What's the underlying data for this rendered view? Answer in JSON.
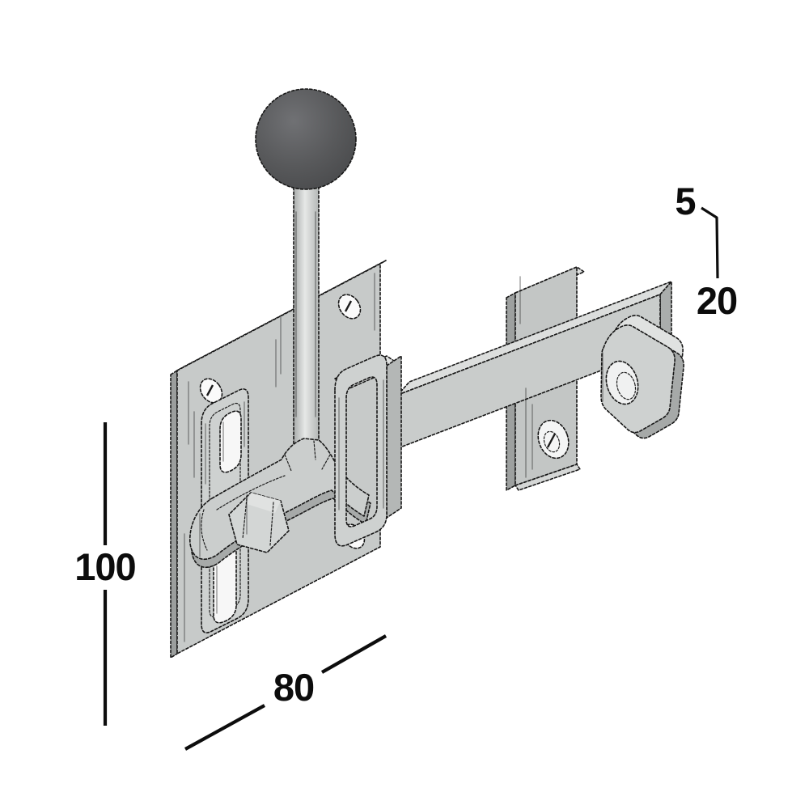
{
  "annotations": {
    "plate_height": {
      "label": "100"
    },
    "plate_width": {
      "label": "80"
    },
    "bar_thickness": {
      "label": "5"
    },
    "bar_width": {
      "label": "20"
    }
  },
  "parts": {
    "knob": "ball-knob",
    "rod": "lift-rod",
    "backplate": "mounting-backplate",
    "rail": "slotted-guide-rail",
    "lever": "latch-lever-arm",
    "bolt": "hex-bolt",
    "staple": "guide-staple",
    "bar": "slide-bar",
    "keeper": "keeper-strap",
    "catch": "catch-plate"
  },
  "colors": {
    "background": "#ffffff",
    "metal_light": "#dcdedd",
    "metal_mid": "#c7cac9",
    "metal_dark": "#a7aaa9",
    "knob_gray": "#58595b",
    "outline": "#161616",
    "dimension_text": "#0c0c0c"
  }
}
